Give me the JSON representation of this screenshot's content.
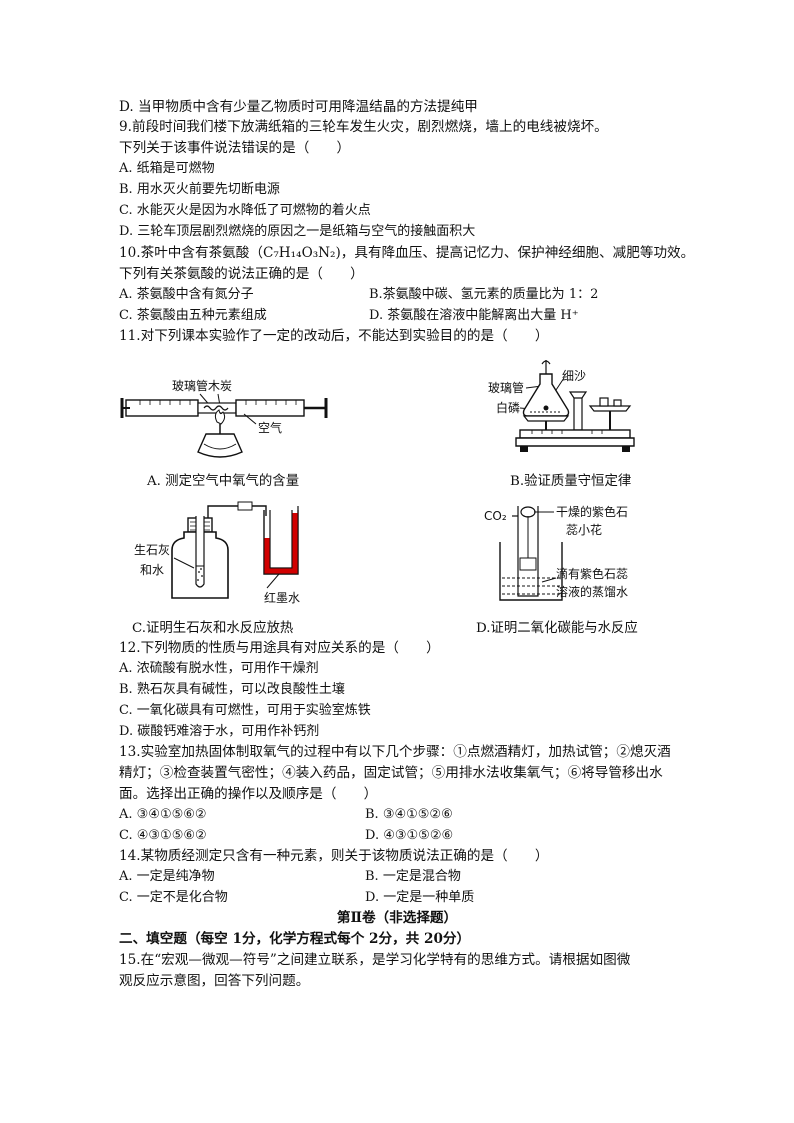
{
  "lines": {
    "q8d": "D. 当甲物质中含有少量乙物质时可用降温结晶的方法提纯甲",
    "q9": "9.前段时间我们楼下放满纸箱的三轮车发生火灾，剧烈燃烧，墙上的电线被烧坏。",
    "q9_stem": "下列关于该事件说法错误的是（　　）",
    "q9a": "A. 纸箱是可燃物",
    "q9b": "B. 用水灭火前要先切断电源",
    "q9c": "C. 水能灭火是因为水降低了可燃物的着火点",
    "q9d": "D. 三轮车顶层剧烈燃烧的原因之一是纸箱与空气的接触面积大",
    "q10": "10.茶叶中含有茶氨酸（C₇H₁₄O₃N₂)，具有降血压、提高记忆力、保护神经细胞、减肥等功效。",
    "q10_stem": "下列有关茶氨酸的说法正确的是（　　）",
    "q10a": "A. 茶氨酸中含有氮分子",
    "q10b": "B.茶氨酸中碳、氢元素的质量比为 1：2",
    "q10c": "C. 茶氨酸由五种元素组成",
    "q10d": "D. 茶氨酸在溶液中能解离出大量 H⁺",
    "q11": "11.对下列课本实验作了一定的改动后，不能达到实验目的的是（　　）",
    "q12": "12.下列物质的性质与用途具有对应关系的是（　　）",
    "q12a": "A. 浓硫酸有脱水性，可用作干燥剂",
    "q12b": "B. 熟石灰具有碱性，可以改良酸性土壤",
    "q12c": "C. 一氧化碳具有可燃性，可用于实验室炼铁",
    "q12d": "D. 碳酸钙难溶于水，可用作补钙剂",
    "q13_1": "13.实验室加热固体制取氧气的过程中有以下几个步骤：①点燃酒精灯，加热试管；②熄灭酒",
    "q13_2": "精灯；③检查装置气密性；④装入药品，固定试管；⑤用排水法收集氧气；⑥将导管移出水",
    "q13_3": "面。选择出正确的操作以及顺序是（　　）",
    "q13a": "A. ③④①⑤⑥②",
    "q13b": "B. ③④①⑤②⑥",
    "q13c": "C. ④③①⑤⑥②",
    "q13d": "D. ④③①⑤②⑥",
    "q14": "14.某物质经测定只含有一种元素，则关于该物质说法正确的是（　　）",
    "q14a": "A. 一定是纯净物",
    "q14b": "B. 一定是混合物",
    "q14c": "C. 一定不是化合物",
    "q14d": "D. 一定是一种单质",
    "part2": "第Ⅱ卷（非选择题）",
    "sec2": "二、填空题（每空 1分，化学方程式每个 2分，共 20分）",
    "q15_1": "15.在“宏观—微观—符号”之间建立联系，是学习化学特有的思维方式。请根据如图微",
    "q15_2": "观反应示意图，回答下列问题。"
  },
  "figures": {
    "a": {
      "caption": "A. 测定空气中氧气的含量",
      "label_tube": "玻璃管",
      "label_carbon": "木炭",
      "label_air": "空气"
    },
    "b": {
      "caption": "B.验证质量守恒定律",
      "label_tube": "玻璃管",
      "label_sand": "细沙",
      "label_p": "白磷"
    },
    "c": {
      "caption": "C.证明生石灰和水反应放热",
      "label_lime": "生石灰",
      "label_water": "和水",
      "label_ink": "红墨水"
    },
    "d": {
      "caption": "D.证明二氧化碳能与水反应",
      "label_co2": "CO₂",
      "label_flower1": "干燥的紫色石",
      "label_flower2": "蕊小花",
      "label_water1": "滴有紫色石蕊",
      "label_water2": "溶液的蒸馏水"
    }
  },
  "colors": {
    "ink": "#d10000"
  }
}
